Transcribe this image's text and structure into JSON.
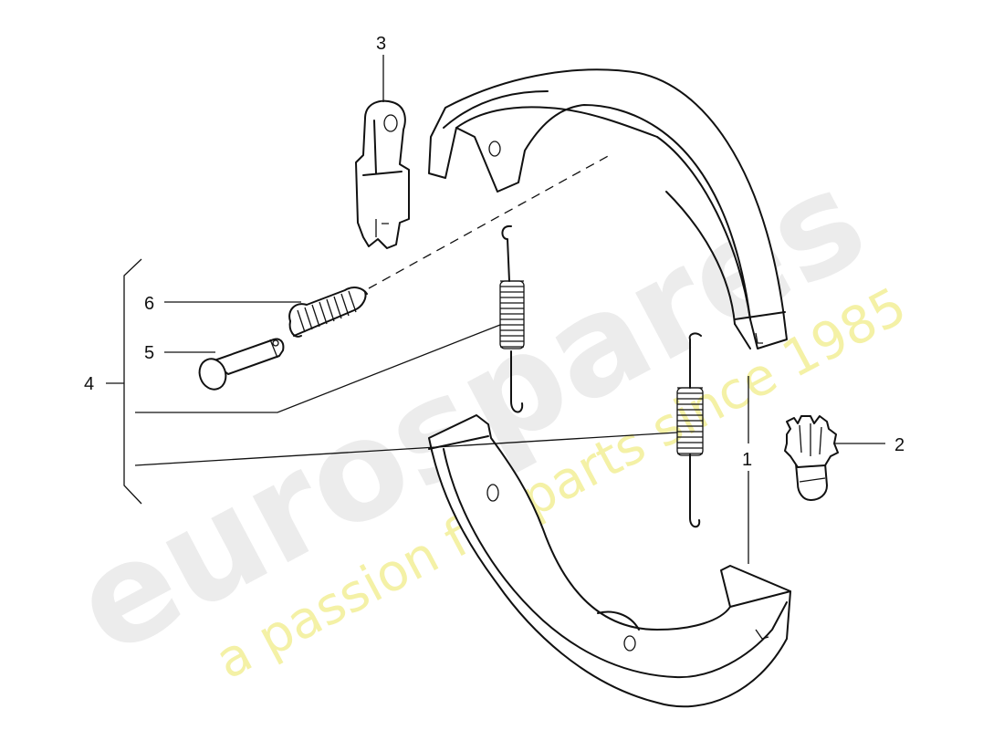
{
  "watermark": {
    "brand": "eurospares",
    "tagline": "a passion for parts since 1985"
  },
  "callouts": {
    "c1": "1",
    "c2": "2",
    "c3": "3",
    "c4": "4",
    "c5": "5",
    "c6": "6"
  },
  "colors": {
    "line": "#111111",
    "watermark_brand": "#ececec",
    "watermark_tagline": "#f4f1a6"
  }
}
